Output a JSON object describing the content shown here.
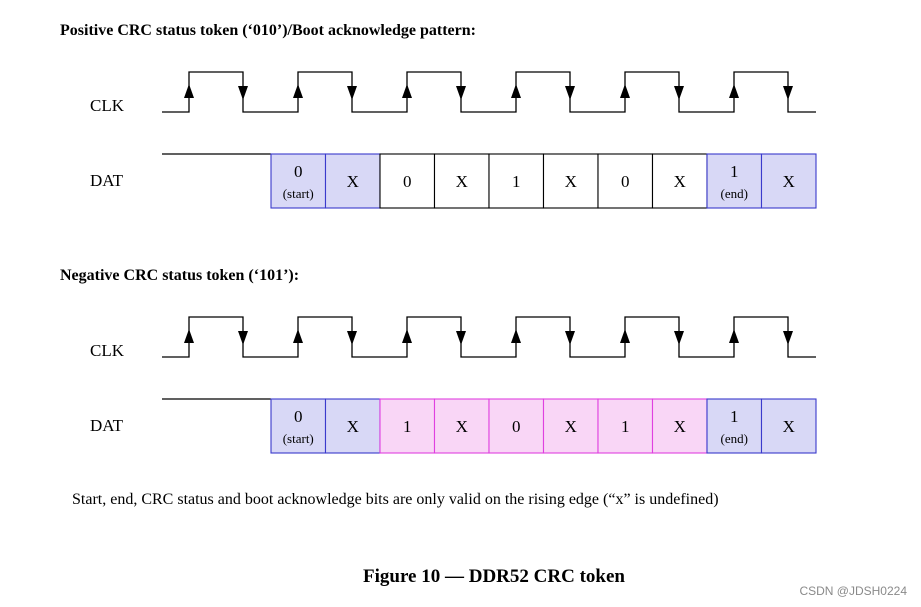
{
  "positive": {
    "heading": "Positive CRC status token (‘010’)/Boot acknowledge pattern:",
    "clk_label": "CLK",
    "dat_label": "DAT",
    "cells": [
      {
        "main": "0",
        "sub": "(start)",
        "fill": "#d8d8f6",
        "stroke": "#3a3acc"
      },
      {
        "main": "X",
        "sub": "",
        "fill": "#d8d8f6",
        "stroke": "#3a3acc"
      },
      {
        "main": "0",
        "sub": "",
        "fill": "#ffffff",
        "stroke": "#000000"
      },
      {
        "main": "X",
        "sub": "",
        "fill": "#ffffff",
        "stroke": "#000000"
      },
      {
        "main": "1",
        "sub": "",
        "fill": "#ffffff",
        "stroke": "#000000"
      },
      {
        "main": "X",
        "sub": "",
        "fill": "#ffffff",
        "stroke": "#000000"
      },
      {
        "main": "0",
        "sub": "",
        "fill": "#ffffff",
        "stroke": "#000000"
      },
      {
        "main": "X",
        "sub": "",
        "fill": "#ffffff",
        "stroke": "#000000"
      },
      {
        "main": "1",
        "sub": "(end)",
        "fill": "#d8d8f6",
        "stroke": "#3a3acc"
      },
      {
        "main": "X",
        "sub": "",
        "fill": "#d8d8f6",
        "stroke": "#3a3acc"
      }
    ]
  },
  "negative": {
    "heading": "Negative CRC status token (‘101’):",
    "clk_label": "CLK",
    "dat_label": "DAT",
    "cells": [
      {
        "main": "0",
        "sub": "(start)",
        "fill": "#d8d8f6",
        "stroke": "#3a3acc"
      },
      {
        "main": "X",
        "sub": "",
        "fill": "#d8d8f6",
        "stroke": "#3a3acc"
      },
      {
        "main": "1",
        "sub": "",
        "fill": "#f9d6f6",
        "stroke": "#e040e0"
      },
      {
        "main": "X",
        "sub": "",
        "fill": "#f9d6f6",
        "stroke": "#e040e0"
      },
      {
        "main": "0",
        "sub": "",
        "fill": "#f9d6f6",
        "stroke": "#e040e0"
      },
      {
        "main": "X",
        "sub": "",
        "fill": "#f9d6f6",
        "stroke": "#e040e0"
      },
      {
        "main": "1",
        "sub": "",
        "fill": "#f9d6f6",
        "stroke": "#e040e0"
      },
      {
        "main": "X",
        "sub": "",
        "fill": "#f9d6f6",
        "stroke": "#e040e0"
      },
      {
        "main": "1",
        "sub": "(end)",
        "fill": "#d8d8f6",
        "stroke": "#3a3acc"
      },
      {
        "main": "X",
        "sub": "",
        "fill": "#d8d8f6",
        "stroke": "#3a3acc"
      }
    ]
  },
  "note": "Start, end, CRC status and boot acknowledge bits are only valid on the rising edge (“x” is undefined)",
  "caption": "Figure 10 — DDR52 CRC token",
  "watermark": "CSDN @JDSH0224"
}
